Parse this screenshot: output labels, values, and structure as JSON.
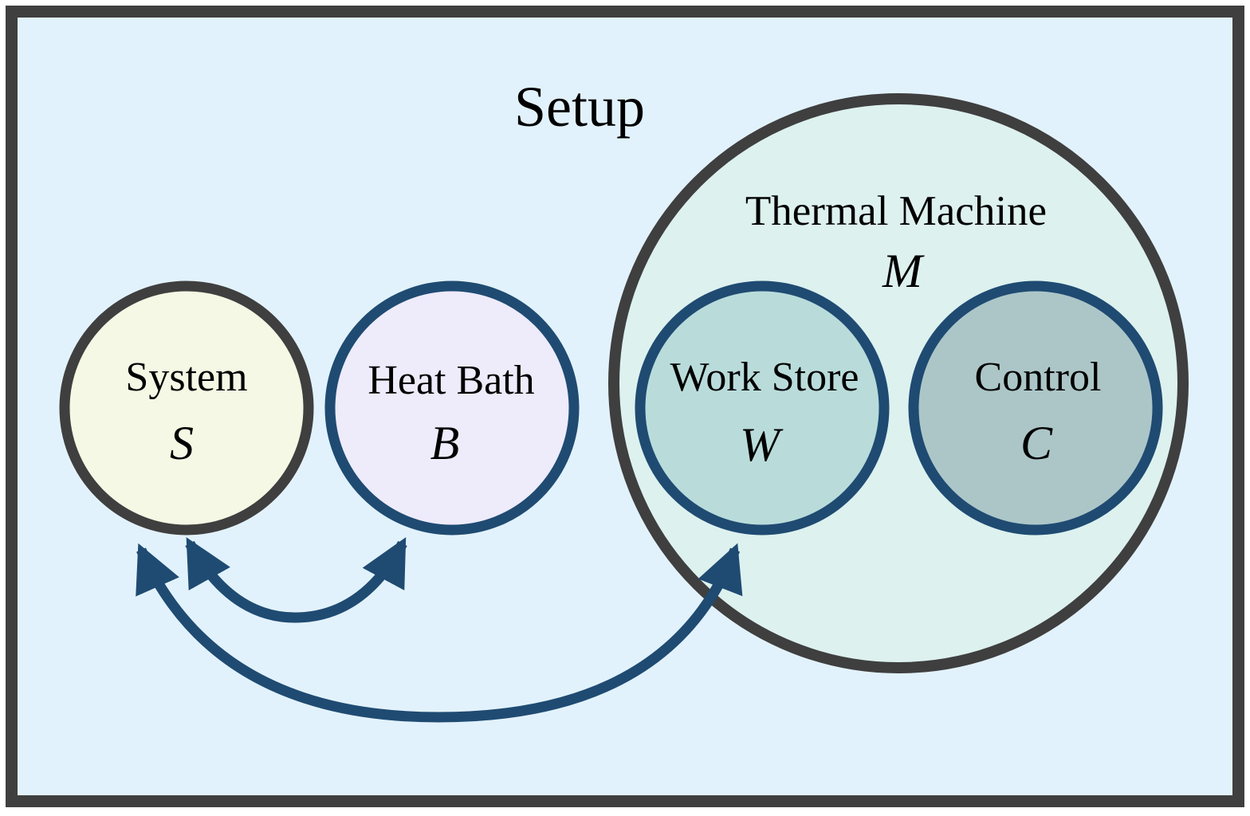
{
  "title": "Setup",
  "components": {
    "system": {
      "label": "System",
      "symbol": "S"
    },
    "heat_bath": {
      "label": "Heat Bath",
      "symbol": "B"
    },
    "thermal_machine": {
      "label": "Thermal Machine",
      "symbol": "M"
    },
    "work_store": {
      "label": "Work Store",
      "symbol": "W"
    },
    "control": {
      "label": "Control",
      "symbol": "C"
    }
  },
  "connections": [
    {
      "from": "system",
      "to": "heat_bath",
      "direction": "bidirectional"
    },
    {
      "from": "system",
      "to": "work_store",
      "direction": "bidirectional"
    }
  ],
  "colors": {
    "frame_border": "#3f3f3f",
    "frame_fill": "#e2f2fc",
    "system_fill": "#f5f8e4",
    "system_border": "#3f3f3f",
    "heat_bath_fill": "#eeebfb",
    "heat_bath_border": "#1f4b72",
    "thermal_machine_fill": "#ddf1ef",
    "thermal_machine_border": "#3f3f3f",
    "work_store_fill": "#b9dcdb",
    "work_store_border": "#1f4b72",
    "control_fill": "#acc6c8",
    "control_border": "#1f4b72",
    "arrow": "#1f4b72"
  }
}
